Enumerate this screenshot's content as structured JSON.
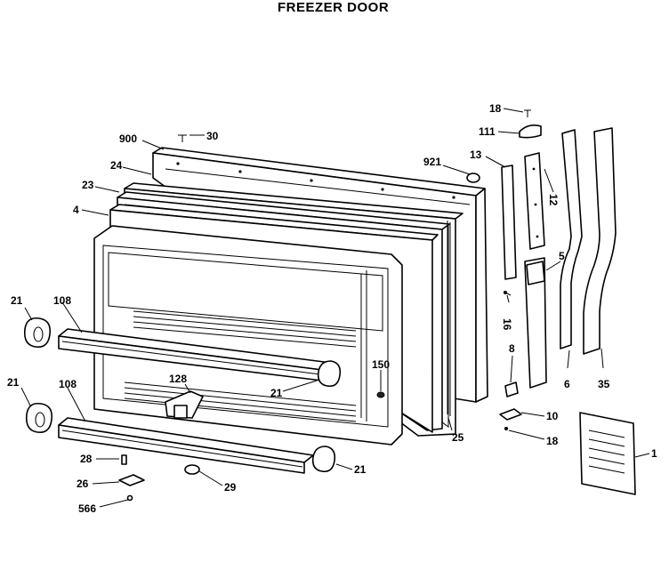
{
  "title": "FREEZER DOOR",
  "parts": {
    "p18a": "18",
    "p111": "111",
    "p30": "30",
    "p900": "900",
    "p13": "13",
    "p921": "921",
    "p24": "24",
    "p12": "12",
    "p23": "23",
    "p4": "4",
    "p5": "5",
    "p21a": "21",
    "p108a": "108",
    "p16": "16",
    "p8": "8",
    "p6": "6",
    "p35": "35",
    "p150": "150",
    "p128": "128",
    "p21b": "21",
    "p21c": "21",
    "p108b": "108",
    "p10": "10",
    "p25": "25",
    "p18b": "18",
    "p1": "1",
    "p28": "28",
    "p21d": "21",
    "p26": "26",
    "p29": "29",
    "p566": "566"
  }
}
